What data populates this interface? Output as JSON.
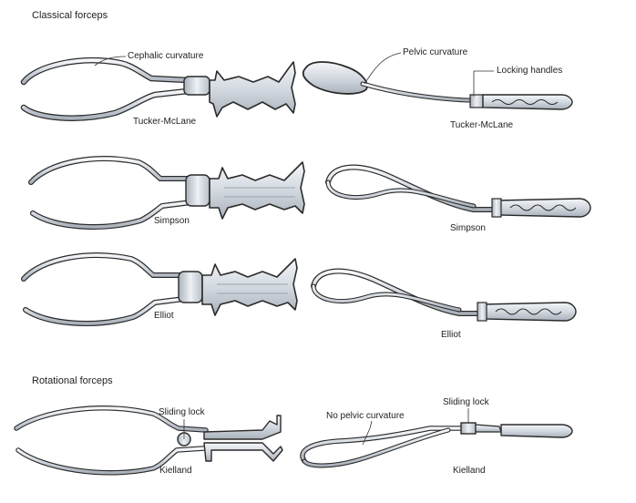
{
  "sections": {
    "classical": "Classical forceps",
    "rotational": "Rotational forceps"
  },
  "callouts": {
    "cephalic_curvature": "Cephalic curvature",
    "pelvic_curvature": "Pelvic curvature",
    "locking_handles": "Locking handles",
    "no_pelvic_curvature": "No pelvic curvature",
    "sliding_lock_left": "Sliding lock",
    "sliding_lock_right": "Sliding lock"
  },
  "forceps": {
    "tucker_mclane_left": "Tucker-McLane",
    "tucker_mclane_right": "Tucker-McLane",
    "simpson_left": "Simpson",
    "simpson_right": "Simpson",
    "elliot_left": "Elliot",
    "elliot_right": "Elliot",
    "kielland_left": "Kielland",
    "kielland_right": "Kielland"
  },
  "colors": {
    "outline": "#2a2a2a",
    "steel_light": "#eef1f5",
    "steel_mid": "#c9d0d8",
    "steel_dark": "#9aa3ad",
    "background": "#ffffff"
  }
}
